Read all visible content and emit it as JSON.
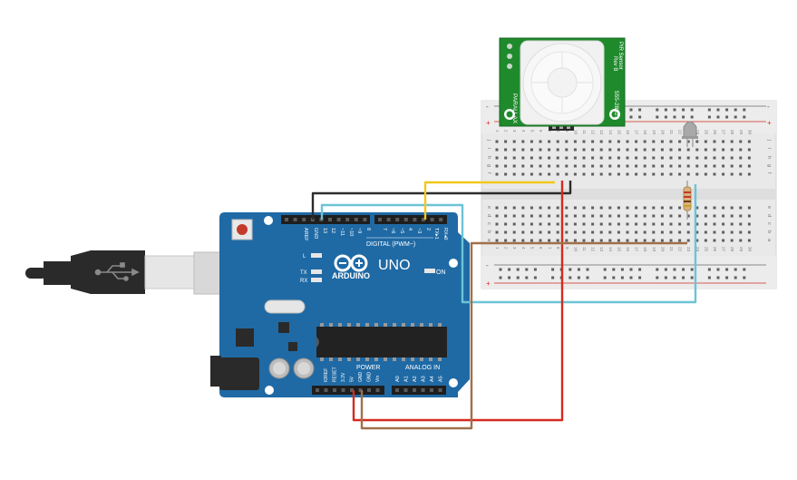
{
  "arduino": {
    "brand": "ARDUINO",
    "model": "UNO",
    "digital_label": "DIGITAL (PWM~)",
    "power_label": "POWER",
    "analog_label": "ANALOG IN",
    "on_label": "ON",
    "led_labels": [
      "L",
      "TX",
      "RX"
    ],
    "digital_pins": [
      "AREF",
      "GND",
      "13",
      "12",
      "~11",
      "~10",
      "~9",
      "8",
      "7",
      "~6",
      "~5",
      "4",
      "~3",
      "2",
      "TX▸1",
      "RX◂0"
    ],
    "power_pins": [
      "IOREF",
      "RESET",
      "3.3V",
      "5V",
      "GND",
      "GND",
      "Vin"
    ],
    "analog_pins": [
      "A0",
      "A1",
      "A2",
      "A3",
      "A4",
      "A5"
    ]
  },
  "pir_sensor": {
    "brand": "PARALLAX",
    "part_number": "555-28027",
    "name": "PIR Sensor",
    "rev": "Rev B"
  },
  "breadboard": {
    "row_letters_top": [
      "j",
      "i",
      "h",
      "g",
      "f"
    ],
    "row_letters_bottom": [
      "e",
      "d",
      "c",
      "b",
      "a"
    ],
    "column_numbers": [
      "1",
      "2",
      "3",
      "4",
      "5",
      "6",
      "7",
      "8",
      "9",
      "10",
      "11",
      "12",
      "13",
      "14",
      "15",
      "16",
      "17",
      "18",
      "19",
      "20",
      "21",
      "22",
      "23",
      "24",
      "25",
      "26",
      "27",
      "28",
      "29",
      "30"
    ],
    "rail_plus": "+",
    "rail_minus": "-"
  },
  "wire_colors": {
    "black": "#2b2b2b",
    "yellow": "#f2c81c",
    "cyan": "#6cc4d6",
    "red": "#d42b1e",
    "brown": "#a0704a"
  },
  "colors": {
    "board": "#1f6aa5",
    "pcb_green": "#1f8a2c",
    "usb": "#2a2a2a"
  }
}
